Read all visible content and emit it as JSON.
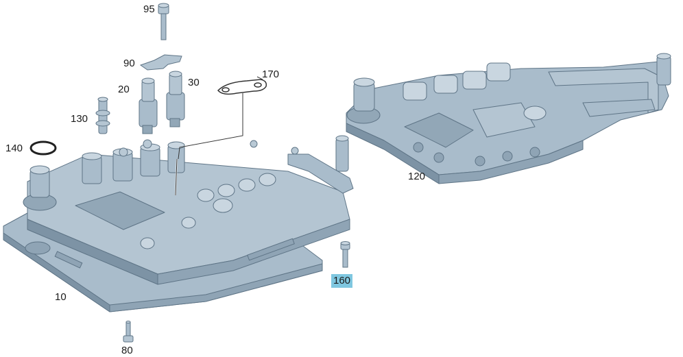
{
  "diagram": {
    "callouts": [
      {
        "id": "95",
        "label": "95"
      },
      {
        "id": "90",
        "label": "90"
      },
      {
        "id": "30",
        "label": "30"
      },
      {
        "id": "170",
        "label": "170"
      },
      {
        "id": "20",
        "label": "20"
      },
      {
        "id": "130",
        "label": "130"
      },
      {
        "id": "140",
        "label": "140"
      },
      {
        "id": "120",
        "label": "120"
      },
      {
        "id": "10",
        "label": "10"
      },
      {
        "id": "160",
        "label": "160",
        "highlighted": true
      },
      {
        "id": "80",
        "label": "80"
      }
    ]
  },
  "colors": {
    "part_fill": "#a9bccb",
    "part_dark": "#7d93a5",
    "part_light": "#c9d6e0",
    "part_stroke": "#5e7486",
    "highlight": "#7fc7e0",
    "leader_line": "#333333"
  }
}
